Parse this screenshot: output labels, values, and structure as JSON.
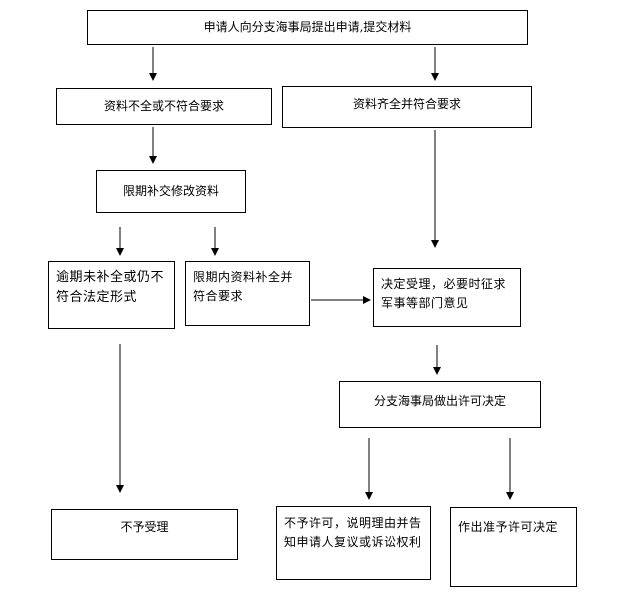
{
  "flowchart": {
    "apply": "申请人向分支海事局提出申请,提交材料",
    "incomplete": "资料不全或不符合要求",
    "complete": "资料齐全并符合要求",
    "resubmit": "限期补交修改资料",
    "overdue": "逾期未补全或仍不符合法定形式",
    "within_deadline": "限期内资料补全并符合要求",
    "accept": "决定受理，必要时征求军事等部门意见",
    "decision": "分支海事局做出许可决定",
    "not_accepted": "不予受理",
    "denied": "不予许可，说明理由并告知申请人复议或诉讼权利",
    "granted": "作出准予许可决定"
  }
}
